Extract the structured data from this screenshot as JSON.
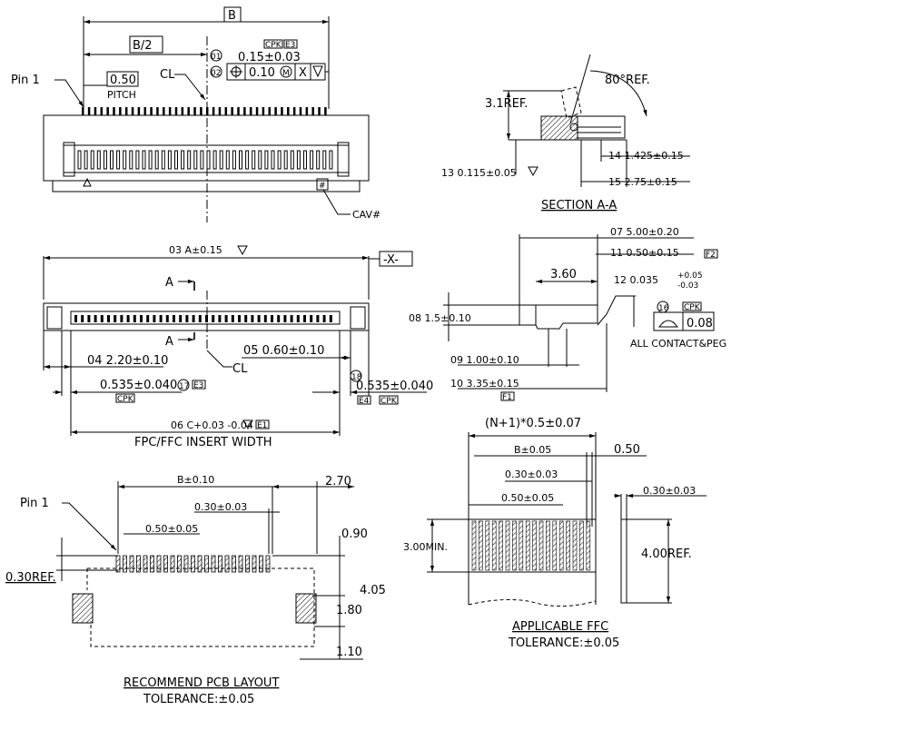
{
  "top_view": {
    "dim_b": "B",
    "dim_b_half": "B/2",
    "note01": "01",
    "note02": "02",
    "flatness": "0.15±0.03",
    "pos_tol": "0.10",
    "datum_x": "X",
    "cpk": "CPK",
    "e3": "E3",
    "pitch_val": "0.50",
    "pitch_label": "PITCH",
    "pin1": "Pin  1",
    "cl": "CL",
    "cav": "CAV#"
  },
  "front_view": {
    "dim_a": "03 A±0.15",
    "datum_x_box": "-X-",
    "label_a_top": "A",
    "label_a_bot": "A",
    "dim04": "04 2.20±0.10",
    "dim05": "05 0.60±0.10",
    "cl": "CL",
    "dim17": "0.535±0.040",
    "dim17_no": "17",
    "e3": "E3",
    "cpk": "CPK",
    "dim18": "0.535±0.040",
    "dim18_no": "18",
    "e4": "E4",
    "cpk2": "CPK",
    "dim06": "06 C+0.03 -0.04",
    "e1": "E1",
    "fpc_width": "FPC/FFC INSERT WIDTH"
  },
  "section_aa": {
    "ref_angle": "80°REF.",
    "ref_height": "3.1REF.",
    "dim14": "14 1.425±0.15",
    "dim15": "15 2.75±0.15",
    "dim13": "13 0.115±0.05",
    "title": "SECTION  A-A"
  },
  "side_view": {
    "dim07": "07 5.00±0.20",
    "dim11": "11 0.50±0.15",
    "f2": "F2",
    "dim12": "12 0.035",
    "dim12_tol_up": "+0.05",
    "dim12_tol_dn": "-0.03",
    "dim_360": "3.60",
    "note16": "16",
    "cpk": "CPK",
    "coplanarity": "0.08",
    "all_contact": "ALL  CONTACT&PEG",
    "dim08": "08 1.5±0.10",
    "dim09": "09  1.00±0.10",
    "dim10": "10  3.35±0.15",
    "f1": "F1"
  },
  "pcb_layout": {
    "dim_b": "B±0.10",
    "dim_270": "2.70",
    "dim_030": "0.30±0.03",
    "dim_050": "0.50±0.05",
    "dim_090": "0.90",
    "dim_405": "4.05",
    "dim_180": "1.80",
    "dim_110": "1.10",
    "pin1": "Pin  1",
    "ref030": "0.30REF.",
    "title": "RECOMMEND  PCB  LAYOUT",
    "tolerance": "TOLERANCE:±0.05"
  },
  "ffc": {
    "dim_n1": "(N+1)*0.5±0.07",
    "dim_b": "B±0.05",
    "dim_050a": "0.50",
    "dim_030": "0.30±0.03",
    "dim_050b": "0.50±0.05",
    "dim_030b": "0.30±0.03",
    "dim_300": "3.00MIN.",
    "dim_400": "4.00REF.",
    "title": "APPLICABLE  FFC",
    "tolerance": "TOLERANCE:±0.05"
  }
}
